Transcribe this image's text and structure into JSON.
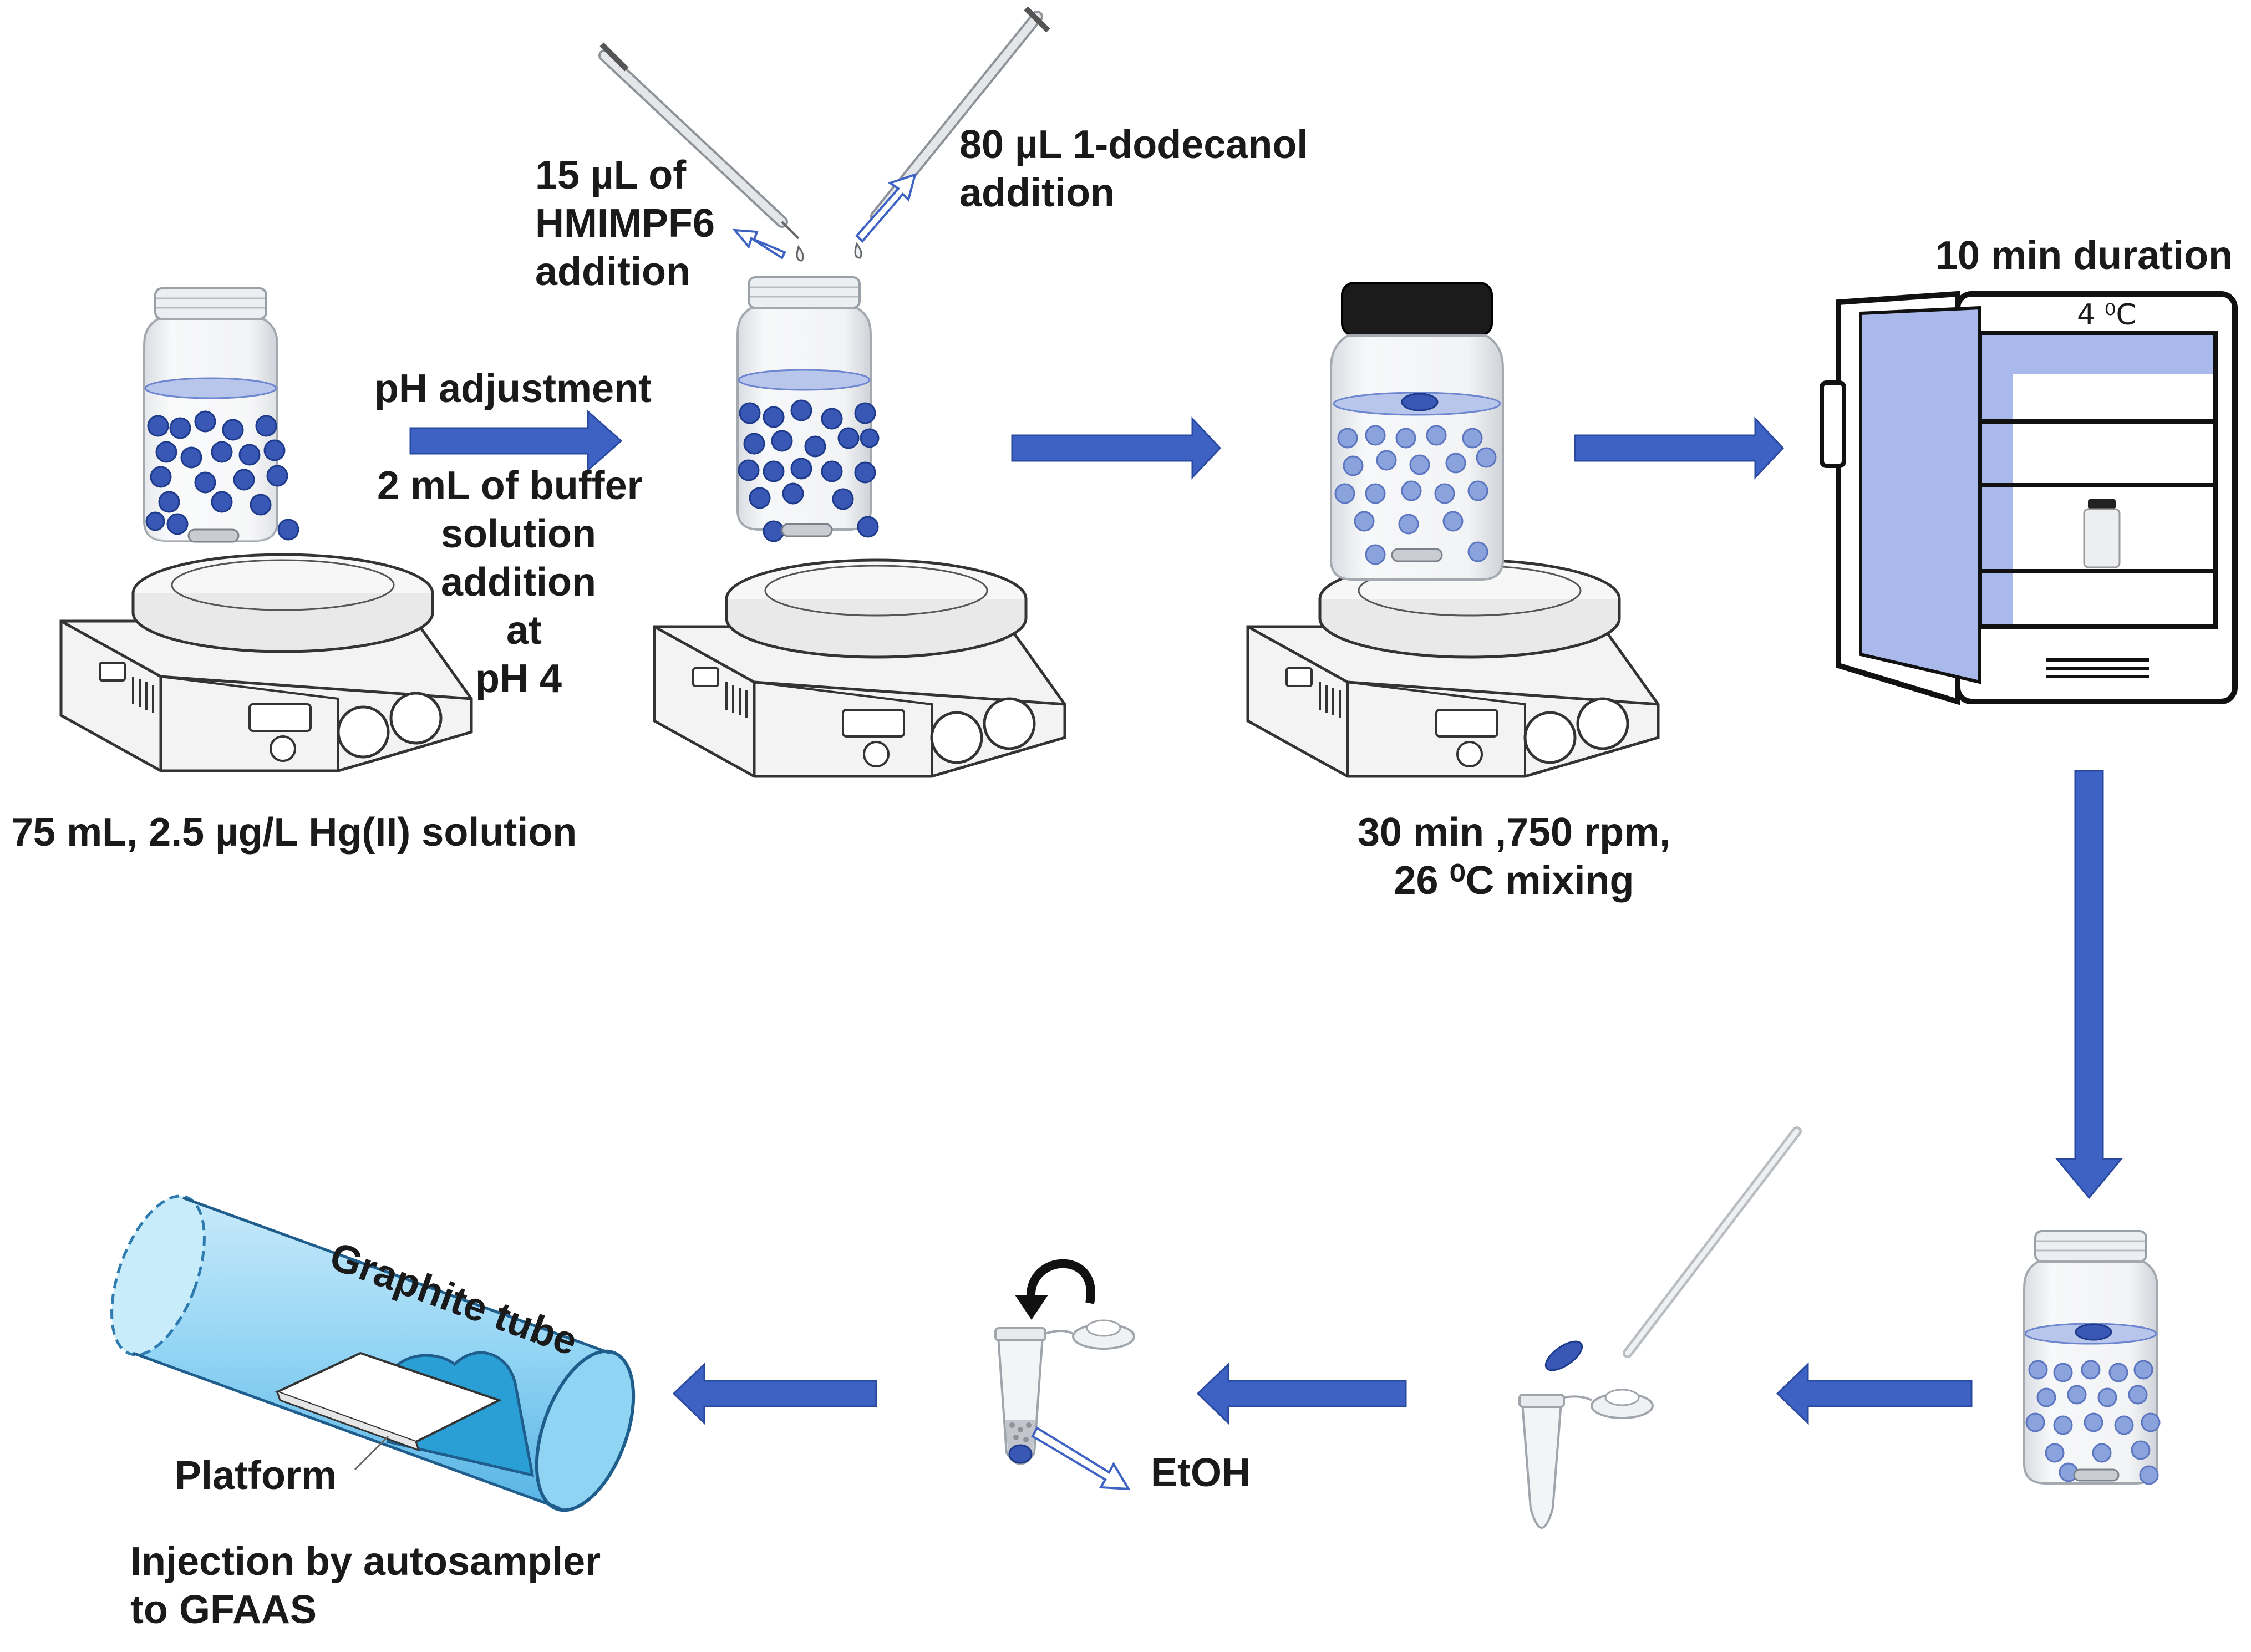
{
  "labels": {
    "initial_solution": "75 mL, 2.5 µg/L Hg(II) solution",
    "ph_adjustment": "pH adjustment",
    "buffer_line1": "2 mL of buffer",
    "buffer_line2": "solution",
    "buffer_line3": "addition",
    "buffer_line4": "at",
    "buffer_line5": "pH 4",
    "hmimpf6_line1": "15 µL of",
    "hmimpf6_line2": "HMIMPF6",
    "hmimpf6_line3": "addition",
    "dodecanol_line1": "80 µL 1-dodecanol",
    "dodecanol_line2": "addition",
    "mixing_line1": "30 min ,750 rpm,",
    "mixing_line2": "26 ⁰C mixing",
    "fridge_duration": "10 min duration",
    "fridge_temp": "4 ⁰C",
    "etoh": "EtOH",
    "graphite_tube": "Graphite tube",
    "platform": "Platform",
    "injection_line1": "Injection by autosampler",
    "injection_line2": "to GFAAS"
  },
  "colors": {
    "arrow_blue": "#3d62c4",
    "arrow_edge": "#2a4aa0",
    "particle_blue": "#3957b4",
    "particle_light": "#8ba3dc",
    "liquid_blue": "#b8c6ec",
    "fridge_blue": "#a9b9ec",
    "tube_cyan": "#6ec4ee"
  }
}
